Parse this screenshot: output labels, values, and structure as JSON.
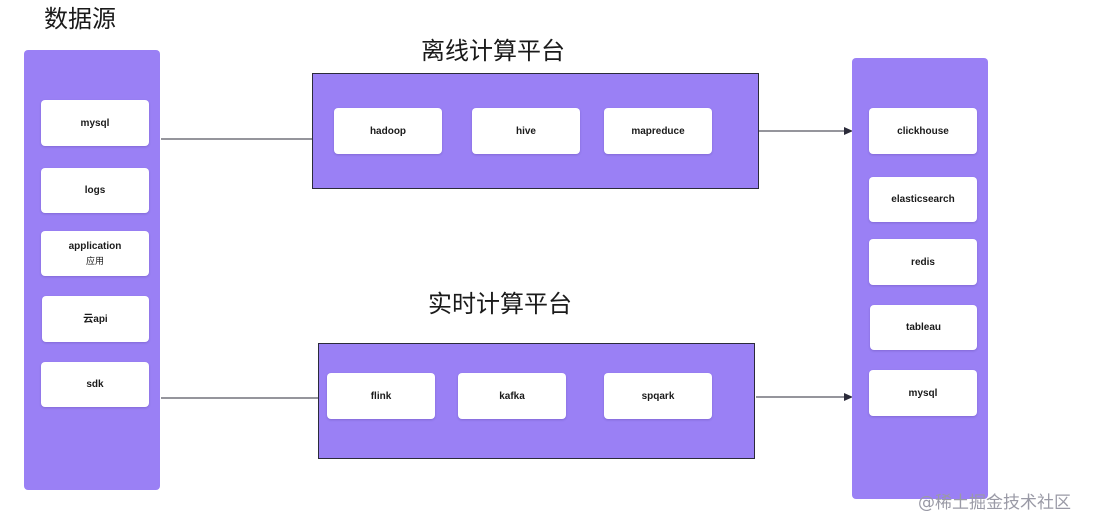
{
  "source": {
    "title": "数据源",
    "nodes": [
      {
        "label": "mysql"
      },
      {
        "label": "logs"
      },
      {
        "label": "application",
        "sub": "应用"
      },
      {
        "label": "云api"
      },
      {
        "label": "sdk"
      }
    ]
  },
  "offline": {
    "title": "离线计算平台",
    "nodes": [
      {
        "label": "hadoop"
      },
      {
        "label": "hive"
      },
      {
        "label": "mapreduce"
      }
    ]
  },
  "realtime": {
    "title": "实时计算平台",
    "nodes": [
      {
        "label": "flink"
      },
      {
        "label": "kafka"
      },
      {
        "label": "spqark"
      }
    ]
  },
  "sink": {
    "nodes": [
      {
        "label": "clickhouse"
      },
      {
        "label": "elasticsearch"
      },
      {
        "label": "redis"
      },
      {
        "label": "tableau"
      },
      {
        "label": "mysql"
      }
    ]
  },
  "watermark": "@稀土掘金技术社区",
  "colors": {
    "panel": "#9a80f5",
    "node": "#ffffff",
    "frame": "#2b2b3a",
    "connector": "#2b2b3a"
  }
}
